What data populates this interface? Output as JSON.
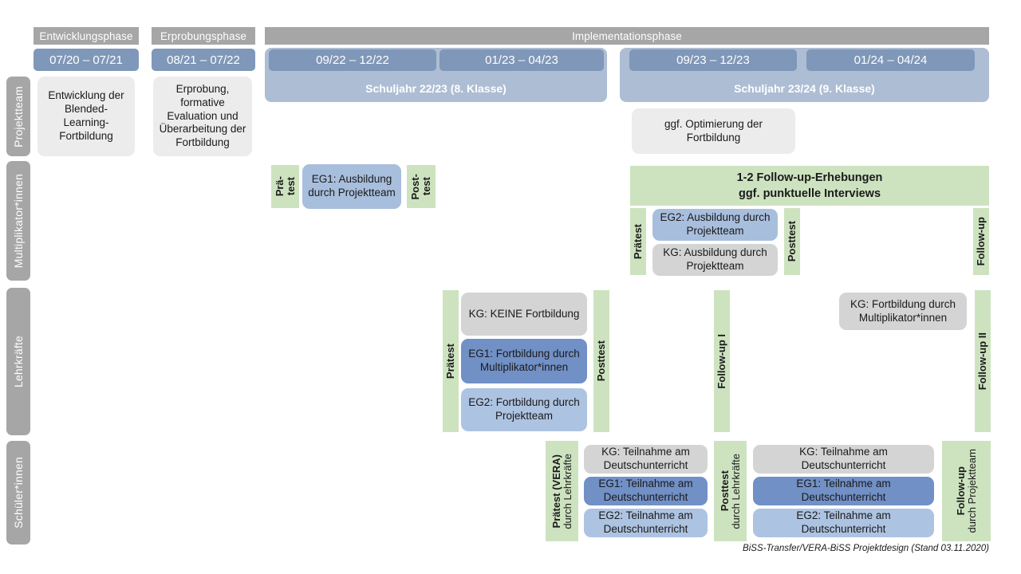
{
  "header": {
    "phases": [
      {
        "label": "Entwicklungsphase"
      },
      {
        "label": "Erprobungsphase"
      },
      {
        "label": "Implementationsphase"
      }
    ],
    "periods": [
      {
        "label": "07/20 – 07/21"
      },
      {
        "label": "08/21 – 07/22"
      },
      {
        "label": "09/22 – 12/22"
      },
      {
        "label": "01/23 – 04/23"
      },
      {
        "label": "09/23 – 12/23"
      },
      {
        "label": "01/24 – 04/24"
      }
    ],
    "schoolyears": [
      {
        "label": "Schuljahr 22/23 (8. Klasse)"
      },
      {
        "label": "Schuljahr 23/24 (9. Klasse)"
      }
    ]
  },
  "rows": {
    "projektteam": {
      "label": "Projektteam",
      "cards": [
        {
          "text": "Entwicklung der Blended-Learning-Fortbildung"
        },
        {
          "text": "Erprobung, formative Evaluation und Überarbeitung der Fortbildung"
        },
        {
          "text": "ggf. Optimierung der Fortbildung"
        }
      ]
    },
    "multiplikator": {
      "label": "Multiplikator*innen",
      "tests": [
        {
          "line1": "Prä-",
          "line2": "test"
        },
        {
          "line1": "Post-",
          "line2": "test"
        },
        {
          "line1": "Prätest",
          "line2": ""
        },
        {
          "line1": "Posttest",
          "line2": ""
        },
        {
          "line1": "Follow-up",
          "line2": ""
        }
      ],
      "cards": [
        {
          "text": "EG1: Ausbildung durch Projektteam"
        },
        {
          "text": "EG2: Ausbildung durch Projektteam"
        },
        {
          "text": "KG: Ausbildung durch Projektteam"
        }
      ],
      "banner": {
        "line1": "1-2 Follow-up-Erhebungen",
        "line2": "ggf. punktuelle Interviews"
      }
    },
    "lehrkraefte": {
      "label": "Lehrkräfte",
      "tests": [
        {
          "label": "Prätest"
        },
        {
          "label": "Posttest"
        },
        {
          "label": "Follow-up I"
        },
        {
          "label": "Follow-up II"
        }
      ],
      "cards": [
        {
          "text": "KG:  KEINE Fortbildung"
        },
        {
          "text": "EG1: Fortbildung durch Multiplikator*innen"
        },
        {
          "text": "EG2: Fortbildung durch Projektteam"
        },
        {
          "text": "KG: Fortbildung durch Multiplikator*innen"
        }
      ]
    },
    "schueler": {
      "label": "Schüler*innen",
      "tests": [
        {
          "bold": "Prätest (VERA)",
          "regular": "durch Lehrkräfte"
        },
        {
          "bold": "Posttest",
          "regular": "durch Lehrkräfte"
        },
        {
          "bold": "Follow-up",
          "regular": "durch Projektteam"
        }
      ],
      "cards_left": [
        {
          "text": "KG: Teilnahme am Deutschunterricht"
        },
        {
          "text": "EG1: Teilnahme am Deutschunterricht"
        },
        {
          "text": "EG2: Teilnahme am Deutschunterricht"
        }
      ],
      "cards_right": [
        {
          "text": "KG: Teilnahme am Deutschunterricht"
        },
        {
          "text": "EG1: Teilnahme am Deutschunterricht"
        },
        {
          "text": "EG2: Teilnahme am Deutschunterricht"
        }
      ]
    }
  },
  "footer": {
    "text": "BiSS-Transfer/VERA-BiSS Projektdesign (Stand 03.11.2020)"
  },
  "colors": {
    "grey_bar": "#a6a6a6",
    "blue_period": "#7f97b8",
    "blue_schoolyear": "#adbdd4",
    "green_test": "#cde3c0",
    "card_grey_light": "#ececec",
    "card_grey": "#d4d4d4",
    "card_blue_mid": "#a8bedd",
    "card_blue_dark": "#7190c6",
    "card_blue_light": "#adc3e2"
  }
}
